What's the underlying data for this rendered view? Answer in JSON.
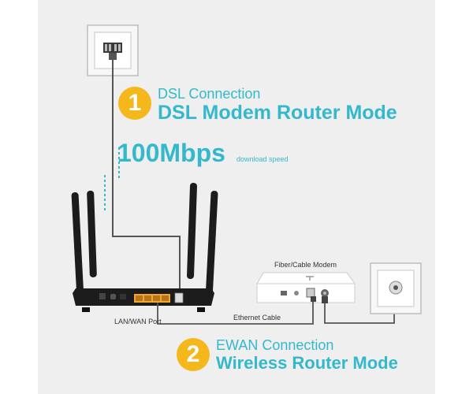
{
  "dsl": {
    "number": "1",
    "connection": "DSL Connection",
    "mode": "DSL Modem Router Mode"
  },
  "speed": {
    "value": "100Mbps",
    "caption": "download speed"
  },
  "labels": {
    "lan_wan_port": "LAN/WAN Port",
    "ethernet_cable": "Ethernet Cable",
    "modem": "Fiber/Cable Modem"
  },
  "ewan": {
    "number": "2",
    "connection": "EWAN Connection",
    "mode": "Wireless Router Mode"
  },
  "colors": {
    "accent": "#33b8cc",
    "badge": "#f5b81c",
    "panel": "#efefef",
    "router": "#1c1c1c",
    "lan_ports": "#f0a830"
  }
}
